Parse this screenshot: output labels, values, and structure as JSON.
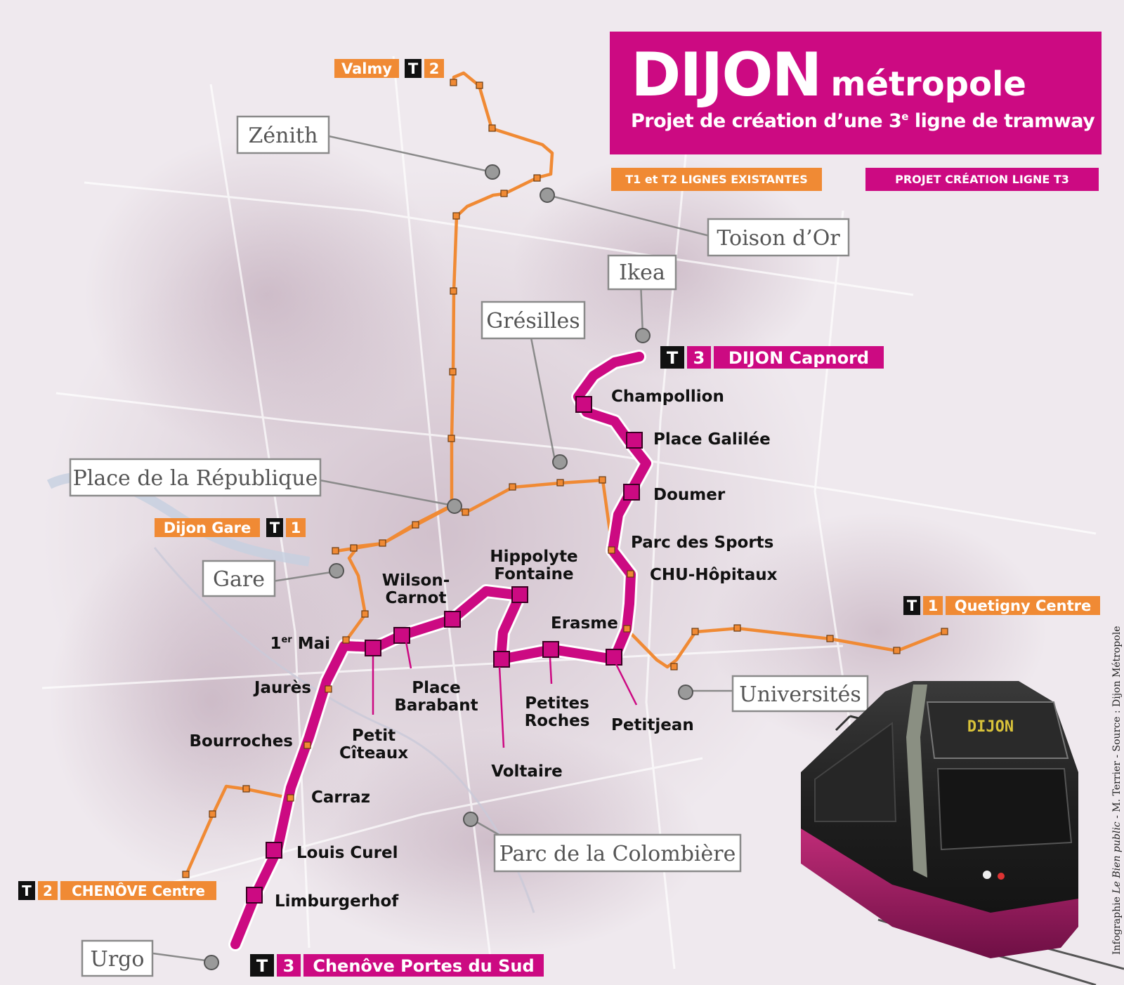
{
  "header": {
    "city": "DIJON",
    "word": "métropole",
    "subtitle_pre": "Projet de création d’une 3",
    "subtitle_sup": "e",
    "subtitle_post": " ligne de tramway"
  },
  "legend": {
    "existing": "T1 et T2 LIGNES EXISTANTES",
    "project": "PROJET CRÉATION LIGNE T3"
  },
  "colors": {
    "orange": "#f08a34",
    "magenta": "#cc0a82",
    "landmark": "#9a9a9a"
  },
  "tram_badge_letter": "T",
  "terminals": {
    "valmy": {
      "name": "Valmy",
      "line": "2"
    },
    "dijon_gare": {
      "name": "Dijon Gare",
      "line": "1"
    },
    "quetigny": {
      "name": "Quetigny Centre",
      "line": "1"
    },
    "chenove_centre": {
      "name": "CHENÔVE Centre",
      "line": "2"
    },
    "capnord": {
      "name": "DIJON Capnord",
      "line": "3"
    },
    "portes_sud": {
      "name": "Chenôve Portes du Sud",
      "line": "3"
    }
  },
  "landmarks": {
    "zenith": "Zénith",
    "toison": "Toison d’Or",
    "ikea": "Ikea",
    "gresilles": "Grésilles",
    "republique": "Place de la République",
    "gare": "Gare",
    "universites": "Universités",
    "colombiere": "Parc de la Colombière",
    "urgo": "Urgo"
  },
  "t3_stations": {
    "champollion": "Champollion",
    "galilee": "Place Galilée",
    "doumer": "Doumer",
    "parc_sports": "Parc des Sports",
    "chu": "CHU-Hôpitaux",
    "erasme": "Erasme",
    "petitjean": "Petitjean",
    "petites_roches": {
      "l1": "Petites",
      "l2": "Roches"
    },
    "voltaire": "Voltaire",
    "hippolyte": {
      "l1": "Hippolyte",
      "l2": "Fontaine"
    },
    "wilson": {
      "l1": "Wilson-",
      "l2": "Carnot"
    },
    "barabant": {
      "l1": "Place",
      "l2": "Barabant"
    },
    "petit_citeaux": {
      "l1": "Petit",
      "l2": "Cîteaux"
    },
    "premier_mai": {
      "pre": "1",
      "sup": "er",
      "post": " Mai"
    },
    "jaures": "Jaurès",
    "bourroches": "Bourroches",
    "carraz": "Carraz",
    "louis_curel": "Louis Curel",
    "limburgerhof": "Limburgerhof"
  },
  "tram_destination": "DIJON",
  "credit": {
    "pre": "Infographie ",
    "source": "Le Bien public",
    "post": " - M. Terrier - Source : Dijon Métropole"
  }
}
